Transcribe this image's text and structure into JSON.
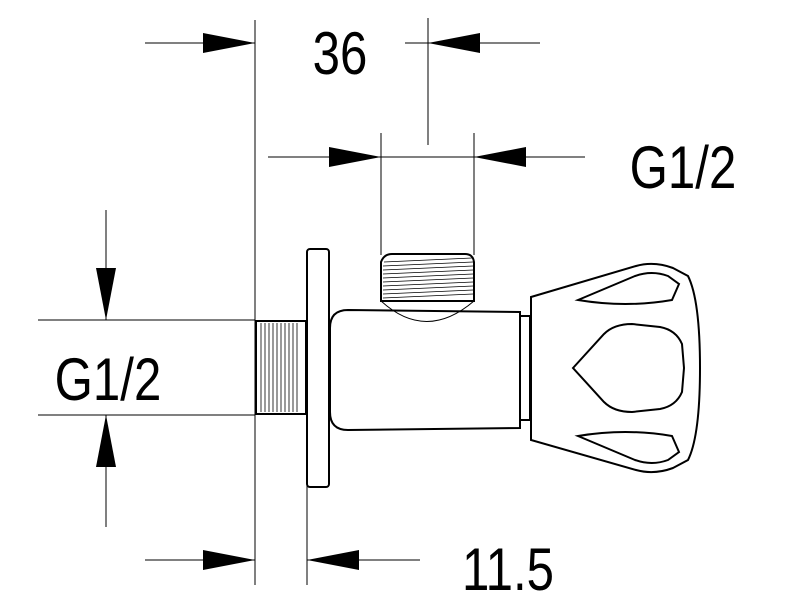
{
  "dimensions": {
    "top_width": "36",
    "top_thread": "G1/2",
    "left_thread": "G1/2",
    "bottom_offset": "11.5"
  }
}
